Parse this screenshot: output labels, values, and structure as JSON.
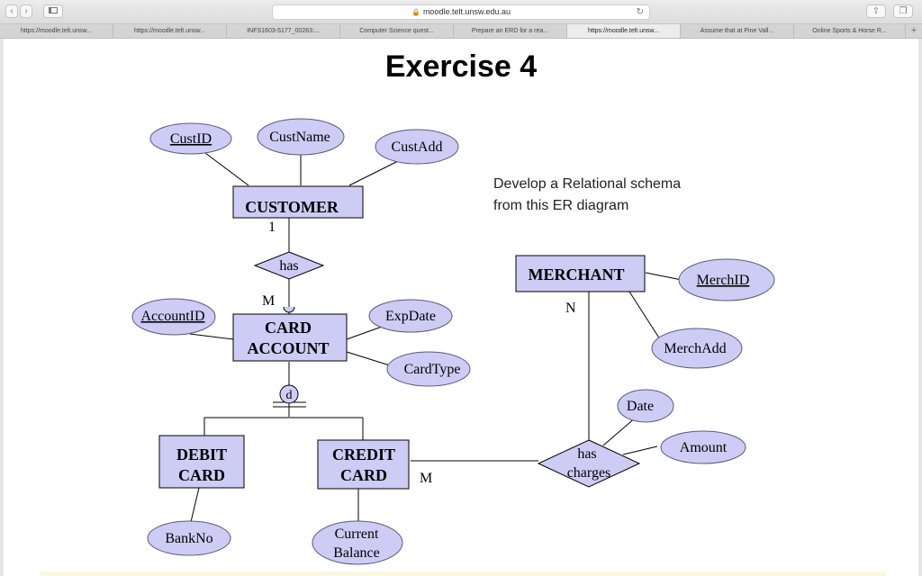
{
  "browser": {
    "url": "moodle.telt.unsw.edu.au",
    "nav": {
      "back": "‹",
      "forward": "›"
    },
    "tabs": [
      "https://moodle.telt.unsw...",
      "https://moodle.telt.unsw...",
      "INFS1603-5177_00263:...",
      "Computer Science quest...",
      "Prepare an ERD for a rea...",
      "https://moodle.telt.unsw...",
      "Assume that at Pine Vall...",
      "Online Sports & Horse R..."
    ],
    "active_tab_index": 5,
    "new_tab": "+"
  },
  "page": {
    "title": "Exercise 4",
    "instruction_line1": "Develop a Relational schema",
    "instruction_line2": "from this ER diagram"
  },
  "diagram": {
    "entities": {
      "customer": "CUSTOMER",
      "card_account_1": "CARD",
      "card_account_2": "ACCOUNT",
      "debit_card_1": "DEBIT",
      "debit_card_2": "CARD",
      "credit_card_1": "CREDIT",
      "credit_card_2": "CARD",
      "merchant": "MERCHANT"
    },
    "relationships": {
      "has": "has",
      "has_charges_1": "has",
      "has_charges_2": "charges"
    },
    "attributes": {
      "cust_id": "CustID",
      "cust_name": "CustName",
      "cust_add": "CustAdd",
      "account_id": "AccountID",
      "exp_date": "ExpDate",
      "card_type": "CardType",
      "bank_no": "BankNo",
      "current_balance_1": "Current",
      "current_balance_2": "Balance",
      "merch_id": "MerchID",
      "merch_add": "MerchAdd",
      "date": "Date",
      "amount": "Amount"
    },
    "cardinalities": {
      "customer_side": "1",
      "card_account_side": "M",
      "merchant_side": "N",
      "credit_card_side": "M"
    },
    "disjoint": "d",
    "colors": {
      "fill": "#ccccf5",
      "stroke": "#000000",
      "ellipse_stroke": "#5a5a7a"
    }
  }
}
